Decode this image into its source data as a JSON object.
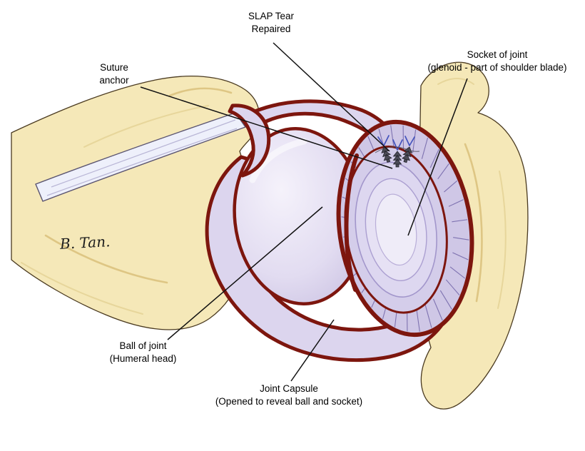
{
  "figure": {
    "labels": {
      "slap_tear": {
        "line1": "SLAP Tear",
        "line2": "Repaired"
      },
      "suture_anchor": {
        "line1": "Suture",
        "line2": "anchor"
      },
      "socket_of_joint": {
        "line1": "Socket of joint",
        "line2": "(glenoid - part of shoulder blade)"
      },
      "ball_of_joint": {
        "line1": "Ball of joint",
        "line2": "(Humeral head)"
      },
      "joint_capsule": {
        "line1": "Joint Capsule",
        "line2": "(Opened to reveal ball and socket)"
      }
    },
    "signature": "B. Tan.",
    "colors": {
      "background": "#ffffff",
      "bone": "#f5e8b8",
      "bone_shade": "#d9bf7a",
      "bone_outline": "#4a3a20",
      "capsule_outline": "#7d160e",
      "capsule_light": "#e9e5f4",
      "capsule_mid": "#dcd5ee",
      "capsule_deep": "#cfc7e6",
      "striation": "#7e72b0",
      "label_line": "#111111",
      "suture_thread": "#4353bd",
      "anchor_metal": "#4b4b56"
    }
  }
}
